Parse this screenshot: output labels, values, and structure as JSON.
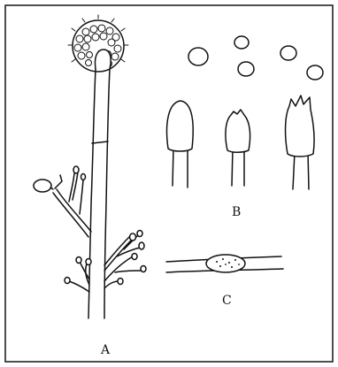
{
  "figure": {
    "panels": [
      {
        "id": "A",
        "label": "A"
      },
      {
        "id": "B",
        "label": "B"
      },
      {
        "id": "C",
        "label": "C"
      }
    ]
  },
  "colors": {
    "ink": "#111111",
    "background": "#ffffff",
    "frame": "#222222"
  }
}
